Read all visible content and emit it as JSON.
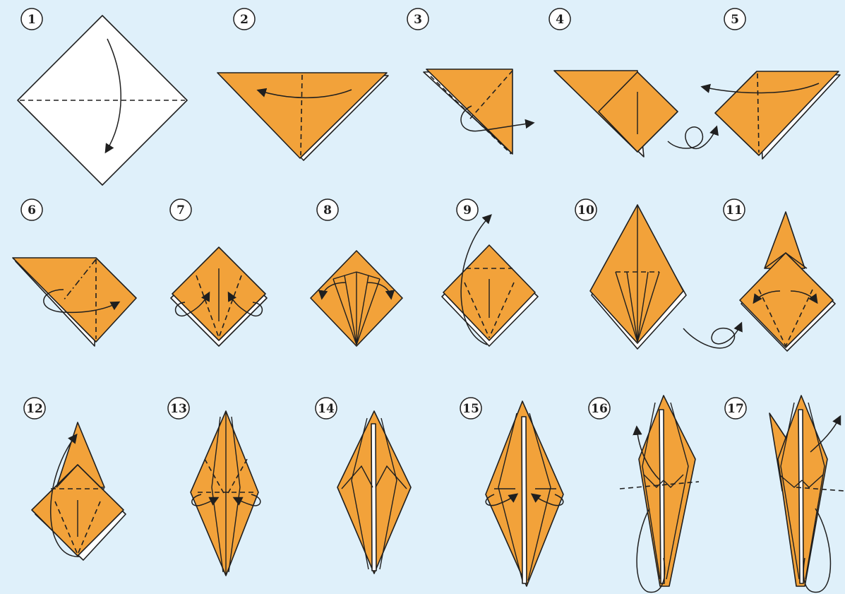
{
  "colors": {
    "background": "#dff0fa",
    "paper": "#f2a23a",
    "paper_back": "#ffffff",
    "line": "#1f1f1f"
  },
  "steps": [
    {
      "number": "1"
    },
    {
      "number": "2"
    },
    {
      "number": "3"
    },
    {
      "number": "4"
    },
    {
      "number": "5"
    },
    {
      "number": "6"
    },
    {
      "number": "7"
    },
    {
      "number": "8"
    },
    {
      "number": "9"
    },
    {
      "number": "10"
    },
    {
      "number": "11"
    },
    {
      "number": "12"
    },
    {
      "number": "13"
    },
    {
      "number": "14"
    },
    {
      "number": "15"
    },
    {
      "number": "16"
    },
    {
      "number": "17"
    }
  ]
}
